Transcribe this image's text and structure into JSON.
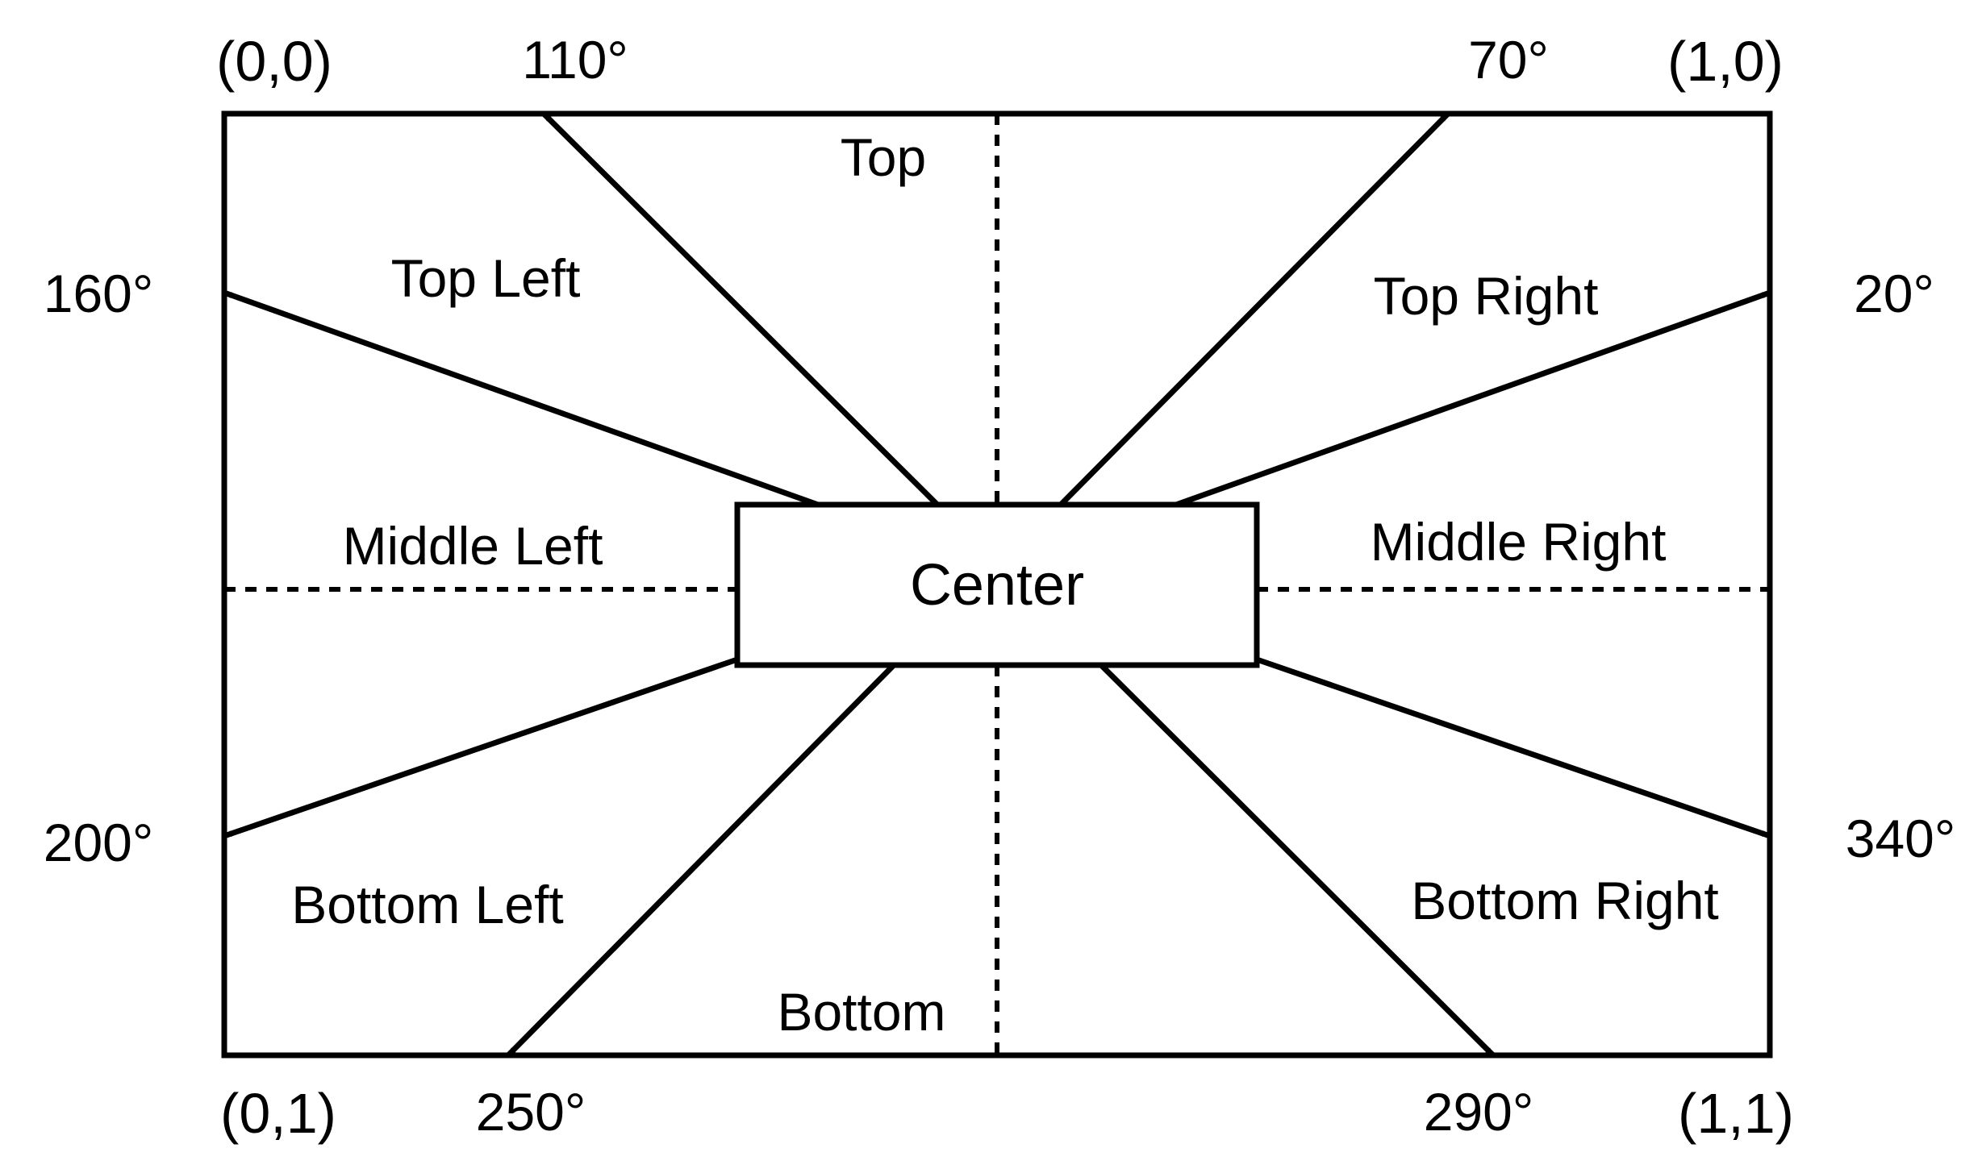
{
  "corners": {
    "top_left": "(0,0)",
    "top_right": "(1,0)",
    "bottom_left": "(0,1)",
    "bottom_right": "(1,1)"
  },
  "angles": {
    "a110": "110°",
    "a70": "70°",
    "a160": "160°",
    "a20": "20°",
    "a200": "200°",
    "a340": "340°",
    "a250": "250°",
    "a290": "290°"
  },
  "regions": {
    "top": "Top",
    "top_left": "Top Left",
    "top_right": "Top Right",
    "middle_left": "Middle Left",
    "middle_right": "Middle Right",
    "bottom_left": "Bottom Left",
    "bottom_right": "Bottom Right",
    "bottom": "Bottom"
  },
  "center": "Center"
}
